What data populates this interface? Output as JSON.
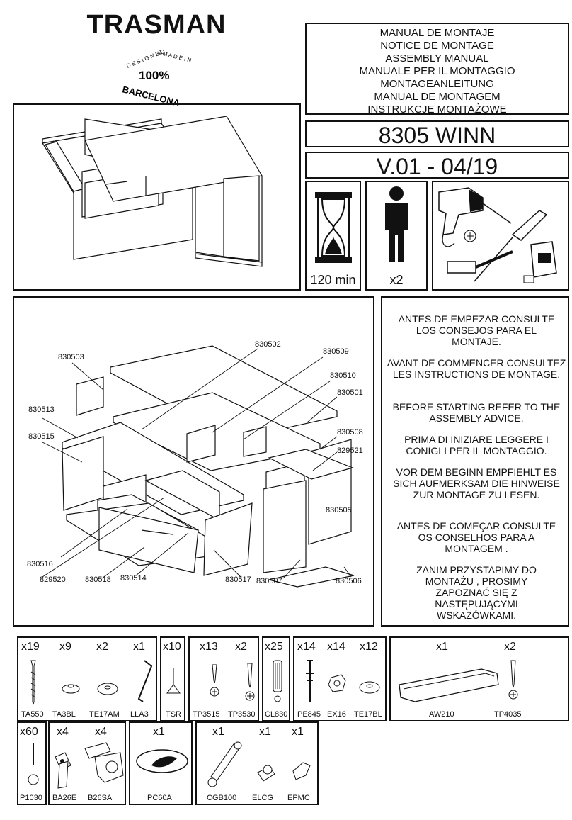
{
  "brand": {
    "name": "TRASMAN",
    "seal_top": "DESIGNED & MADE IN",
    "seal_mid": "100%",
    "seal_bottom": "BARCELONA"
  },
  "titles": [
    "MANUAL DE MONTAJE",
    "NOTICE DE MONTAGE",
    "ASSEMBLY MANUAL",
    "MANUALE PER IL MONTAGGIO",
    "MONTAGEANLEITUNG",
    "MANUAL DE MONTAGEM",
    "INSTRUKCJE MONTAŻOWE"
  ],
  "product": {
    "name": "8305 WINN",
    "version": "V.01 - 04/19"
  },
  "info": {
    "time": "120 min",
    "persons": "x2"
  },
  "parts": [
    "830503",
    "830502",
    "830509",
    "830510",
    "830501",
    "830513",
    "830508",
    "830515",
    "829521",
    "830505",
    "830516",
    "829520",
    "830518",
    "830514",
    "830517",
    "830507",
    "830506"
  ],
  "advice": [
    "ANTES DE EMPEZAR CONSULTE LOS CONSEJOS PARA EL MONTAJE.",
    "AVANT DE COMMENCER CONSULTEZ LES INSTRUCTIONS DE MONTAGE.",
    "BEFORE STARTING REFER TO THE ASSEMBLY ADVICE.",
    "PRIMA DI INIZIARE LEGGERE I CONIGLI PER IL MONTAGGIO.",
    "VOR DEM BEGINN EMPFIEHLT ES SICH AUFMERKSAM DIE HINWEISE ZUR MONTAGE ZU LESEN.",
    "ANTES DE COMEÇAR CONSULTE OS CONSELHOS PARA A MONTAGEM .",
    "ZANIM PRZYSTAPIMY DO MONTAŻU , PROSIMY ZAPOZNAĆ SIĘ Z NASTĘPUJĄCYMI WSKAZÓWKAMI."
  ],
  "hardware": [
    {
      "qty": "x19",
      "code": "TA550",
      "icon": "long-screw-icon"
    },
    {
      "qty": "x9",
      "code": "TA3BL",
      "icon": "cap-icon"
    },
    {
      "qty": "x2",
      "code": "TE17AM",
      "icon": "cap-icon"
    },
    {
      "qty": "x1",
      "code": "LLA3",
      "icon": "allen-key-icon"
    },
    {
      "qty": "x10",
      "code": "TSR",
      "icon": "nail-icon"
    },
    {
      "qty": "x13",
      "code": "TP3515",
      "icon": "screw-icon"
    },
    {
      "qty": "x2",
      "code": "TP3530",
      "icon": "screw-icon"
    },
    {
      "qty": "x25",
      "code": "CL830",
      "icon": "dowel-icon"
    },
    {
      "qty": "x14",
      "code": "PE845",
      "icon": "cam-bolt-icon"
    },
    {
      "qty": "x14",
      "code": "EX16",
      "icon": "cam-lock-icon"
    },
    {
      "qty": "x12",
      "code": "TE17BL",
      "icon": "cap-icon"
    },
    {
      "qty": "x1",
      "code": "AW210",
      "icon": "handle-icon"
    },
    {
      "qty": "x2",
      "code": "TP4035",
      "icon": "screw-icon"
    },
    {
      "qty": "x60",
      "code": "P1030",
      "icon": "pin-icon"
    },
    {
      "qty": "x4",
      "code": "BA26E",
      "icon": "hinge-plate-icon"
    },
    {
      "qty": "x4",
      "code": "B26SA",
      "icon": "hinge-icon"
    },
    {
      "qty": "x1",
      "code": "PC60A",
      "icon": "cable-grommet-icon"
    },
    {
      "qty": "x1",
      "code": "CGB100",
      "icon": "gas-piston-icon"
    },
    {
      "qty": "x1",
      "code": "ELCG",
      "icon": "bracket-icon"
    },
    {
      "qty": "x1",
      "code": "EPMC",
      "icon": "clip-icon"
    }
  ]
}
